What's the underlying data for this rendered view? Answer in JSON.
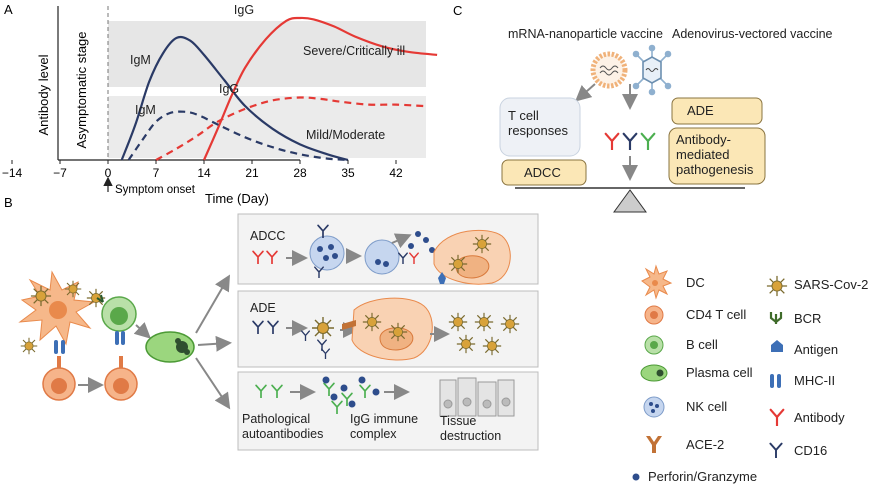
{
  "panels": {
    "a": "A",
    "b": "B",
    "c": "C"
  },
  "panel_a": {
    "y_label": "Antibody level",
    "x_label": "Time (Day)",
    "x_ticks": [
      "−14",
      "−7",
      "0",
      "7",
      "14",
      "21",
      "28",
      "35",
      "42"
    ],
    "stage_label": "Asymptomatic stage",
    "symptom_onset": "Symptom onset",
    "severe_label": "Severe/Critically ill",
    "mild_label": "Mild/Moderate",
    "igg_severe": "IgG",
    "igm_severe": "IgM",
    "igg_mild": "IgG",
    "igm_mild": "IgM",
    "colors": {
      "igm": "#2a3a66",
      "igg": "#e53935",
      "band": "#e6e6e6"
    }
  },
  "chart_data": {
    "type": "line",
    "xlabel": "Time (Day)",
    "ylabel": "Antibody level",
    "x_ticks": [
      -14,
      -7,
      0,
      7,
      14,
      21,
      28,
      35,
      42
    ],
    "xlim": [
      -14,
      48
    ],
    "series": [
      {
        "name": "IgM",
        "group": "Severe/Critically ill",
        "style": "solid",
        "color": "#2a3a66",
        "x": [
          2,
          4,
          6,
          8,
          10,
          12,
          14,
          17,
          20,
          24,
          28,
          32,
          35
        ],
        "y": [
          0,
          0.25,
          0.55,
          0.75,
          0.86,
          0.84,
          0.74,
          0.56,
          0.38,
          0.22,
          0.11,
          0.04,
          0
        ]
      },
      {
        "name": "IgG",
        "group": "Severe/Critically ill",
        "style": "solid",
        "color": "#e53935",
        "x": [
          14,
          16,
          18,
          20,
          23,
          26,
          28,
          30,
          33,
          36,
          40,
          44,
          48
        ],
        "y": [
          0,
          0.22,
          0.45,
          0.65,
          0.85,
          0.98,
          1.0,
          0.99,
          0.94,
          0.87,
          0.8,
          0.76,
          0.74
        ]
      },
      {
        "name": "IgM",
        "group": "Mild/Moderate",
        "style": "dashed",
        "color": "#2a3a66",
        "x": [
          3,
          5,
          7,
          9,
          11,
          13,
          16,
          20,
          24,
          28,
          32,
          35
        ],
        "y": [
          0,
          0.14,
          0.27,
          0.33,
          0.34,
          0.32,
          0.25,
          0.16,
          0.09,
          0.04,
          0.01,
          0
        ]
      },
      {
        "name": "IgG",
        "group": "Mild/Moderate",
        "style": "dashed",
        "color": "#e53935",
        "x": [
          7,
          10,
          13,
          16,
          20,
          24,
          28,
          31,
          34,
          38,
          42,
          46
        ],
        "y": [
          0,
          0.08,
          0.17,
          0.27,
          0.36,
          0.42,
          0.44,
          0.43,
          0.41,
          0.39,
          0.39,
          0.38
        ]
      }
    ]
  },
  "panel_b": {
    "adcc_title": "ADCC",
    "ade_title": "ADE",
    "path_autoab": "Pathological autoantibodies",
    "path_complex": "IgG immune complex",
    "path_tissue": "Tissue destruction"
  },
  "panel_c": {
    "mrna_vaccine": "mRNA-nanoparticle vaccine",
    "adeno_vaccine": "Adenovirus-vectored vaccine",
    "tcell": "T cell responses",
    "adcc": "ADCC",
    "ade": "ADE",
    "antibody_mediated": "Antibody-mediated pathogenesis"
  },
  "legend": {
    "left": [
      "DC",
      "CD4 T cell",
      "B cell",
      "Plasma cell",
      "NK cell",
      "ACE-2",
      "Perforin/Granzyme"
    ],
    "right": [
      "SARS-Cov-2",
      "BCR",
      "Antigen",
      "MHC-II",
      "Antibody",
      "CD16"
    ]
  }
}
